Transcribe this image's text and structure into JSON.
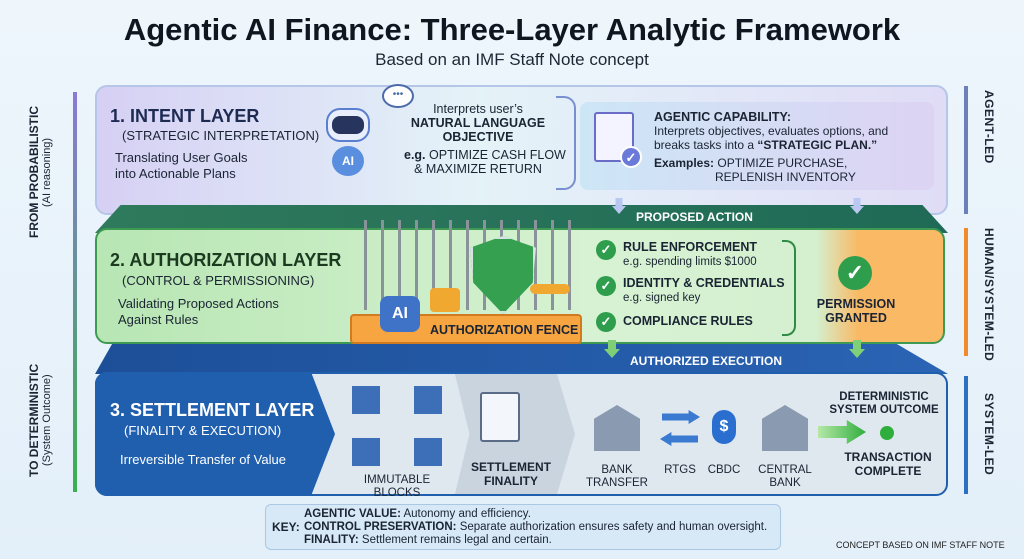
{
  "title": "Agentic AI Finance: Three-Layer Analytic Framework",
  "subtitle": "Based on an IMF Staff Note concept",
  "left_axis": {
    "top": "FROM PROBABILISTIC",
    "top_sub": "(AI reasoning)",
    "bottom": "TO DETERMINISTIC",
    "bottom_sub": "(System Outcome)"
  },
  "right_axis": {
    "agent": "AGENT-LED",
    "human": "HUMAN/SYSTEM-LED",
    "system": "SYSTEM-LED"
  },
  "intent": {
    "title": "1. INTENT LAYER",
    "sub": "(STRATEGIC INTERPRETATION)",
    "desc1": "Translating User Goals",
    "desc2": "into Actionable Plans",
    "ai_badge": "AI",
    "interp1": "Interprets user’s",
    "interp2": "NATURAL LANGUAGE",
    "interp3": "OBJECTIVE",
    "eg_label": "e.g.",
    "eg1": "OPTIMIZE CASH FLOW",
    "eg2": "& MAXIMIZE RETURN",
    "cap_title": "AGENTIC CAPABILITY:",
    "cap1": "Interprets objectives, evaluates options, and",
    "cap2": "breaks tasks into a ",
    "cap2b": "“STRATEGIC PLAN.”",
    "ex_label": "Examples:",
    "ex1": "OPTIMIZE PURCHASE,",
    "ex2": "REPLENISH INVENTORY"
  },
  "proposed": "PROPOSED ACTION",
  "auth": {
    "title": "2. AUTHORIZATION LAYER",
    "sub": "(CONTROL & PERMISSIONING)",
    "desc1": "Validating Proposed Actions",
    "desc2": "Against Rules",
    "ai_badge": "AI",
    "fence": "AUTHORIZATION FENCE",
    "rules": [
      {
        "title": "RULE ENFORCEMENT",
        "sub": "e.g. spending limits $1000"
      },
      {
        "title": "IDENTITY & CREDENTIALS",
        "sub": "e.g. signed key"
      },
      {
        "title": "COMPLIANCE RULES",
        "sub": ""
      }
    ],
    "granted1": "PERMISSION",
    "granted2": "GRANTED"
  },
  "authorized": "AUTHORIZED EXECUTION",
  "settle": {
    "title": "3. SETTLEMENT LAYER",
    "sub": "(FINALITY & EXECUTION)",
    "desc": "Irreversible Transfer of Value",
    "blocks": "IMMUTABLE BLOCKS",
    "finality1": "SETTLEMENT",
    "finality2": "FINALITY",
    "bank1": "BANK",
    "bank2": "TRANSFER",
    "rtgs": "RTGS",
    "cbdc": "CBDC",
    "cbdc_symbol": "$",
    "central1": "CENTRAL",
    "central2": "BANK",
    "out1": "DETERMINISTIC",
    "out2": "SYSTEM OUTCOME",
    "done1": "TRANSACTION",
    "done2": "COMPLETE"
  },
  "key": {
    "label": "KEY:",
    "items": [
      {
        "term": "AGENTIC VALUE:",
        "text": " Autonomy and efficiency."
      },
      {
        "term": "CONTROL PRESERVATION:",
        "text": " Separate authorization ensures safety and human oversight."
      },
      {
        "term": "FINALITY:",
        "text": " Settlement remains legal and certain."
      }
    ]
  },
  "footer": "CONCEPT BASED ON IMF STAFF NOTE",
  "colors": {
    "intent": "#d9d5f5",
    "auth": "#cfeecb",
    "settle": "#1f5fae",
    "orange": "#f5a04a"
  }
}
